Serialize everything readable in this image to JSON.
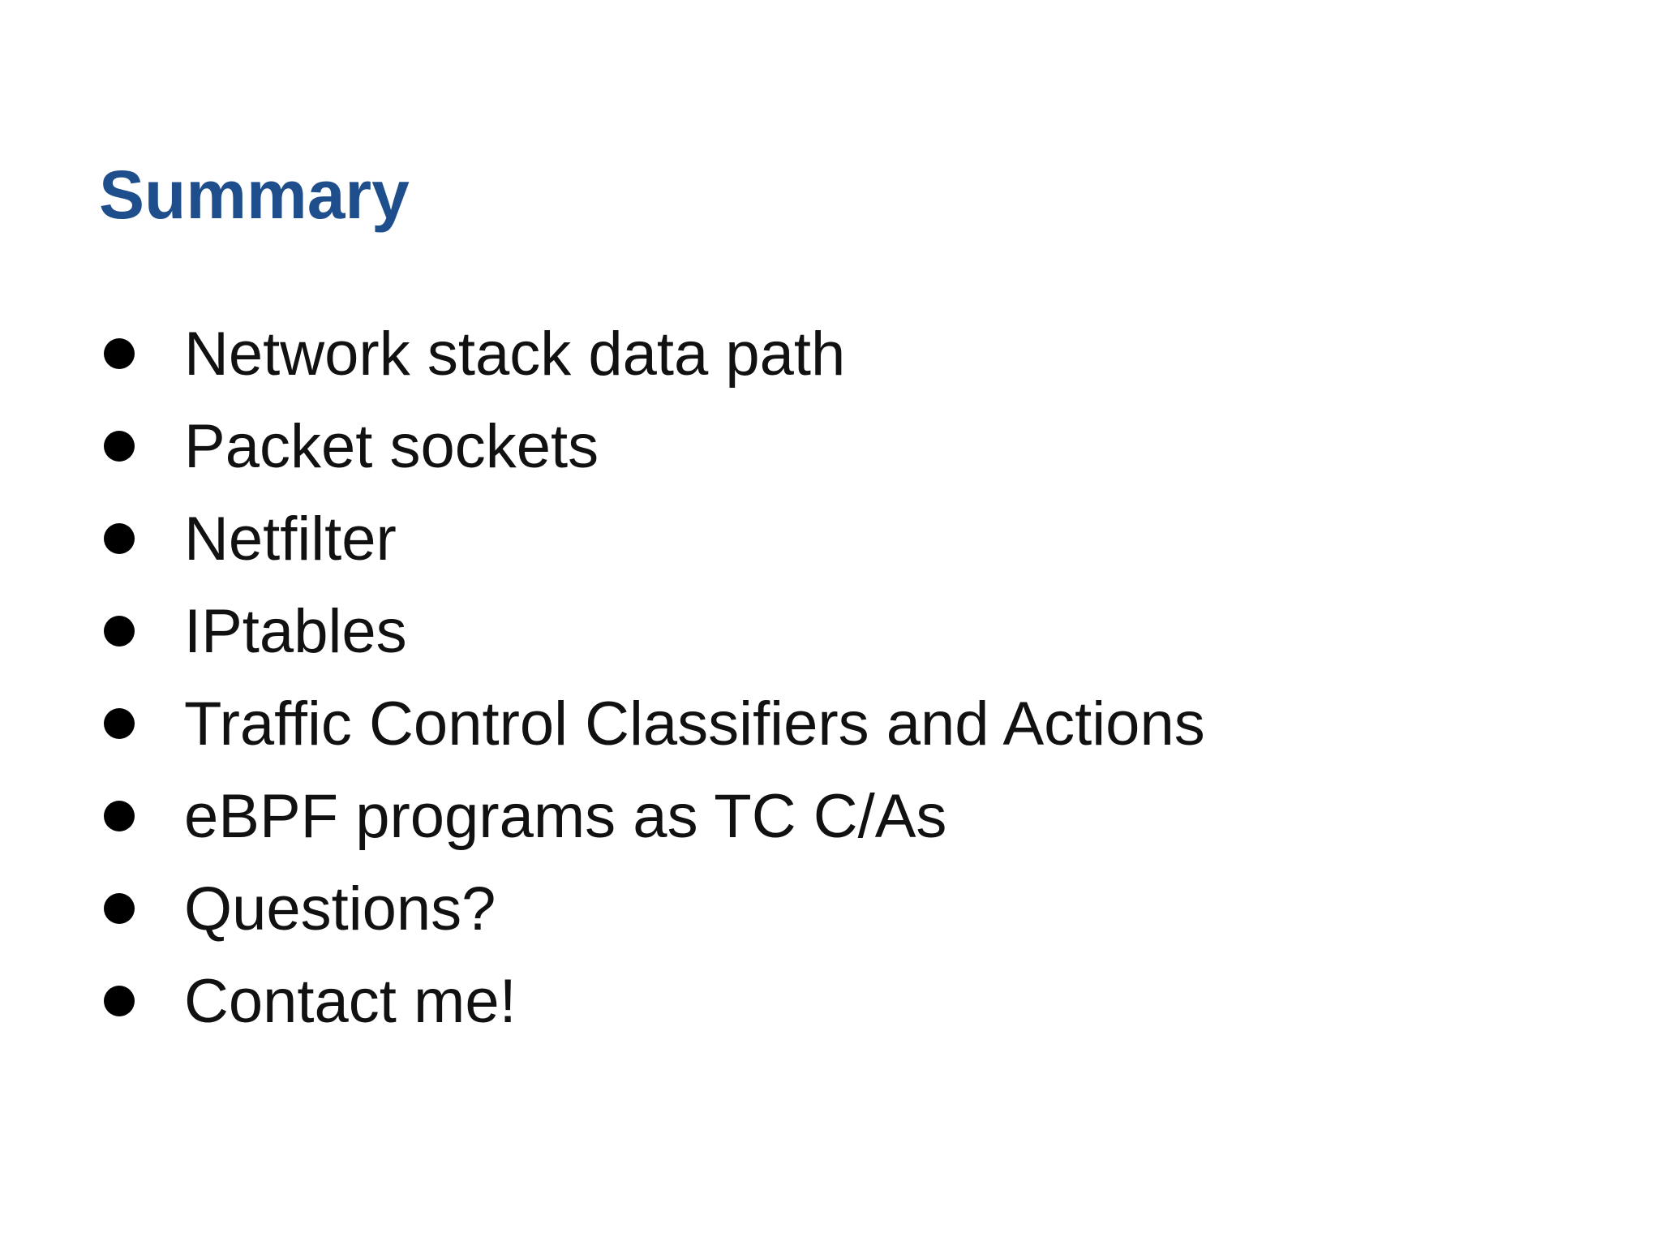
{
  "slide": {
    "title": "Summary",
    "title_color": "#1f4e8c",
    "bullets": [
      "Network stack data path",
      "Packet sockets",
      "Netfilter",
      "IPtables",
      "Traffic Control Classifiers and Actions",
      "eBPF programs as TC C/As",
      "Questions?",
      "Contact me!"
    ]
  }
}
